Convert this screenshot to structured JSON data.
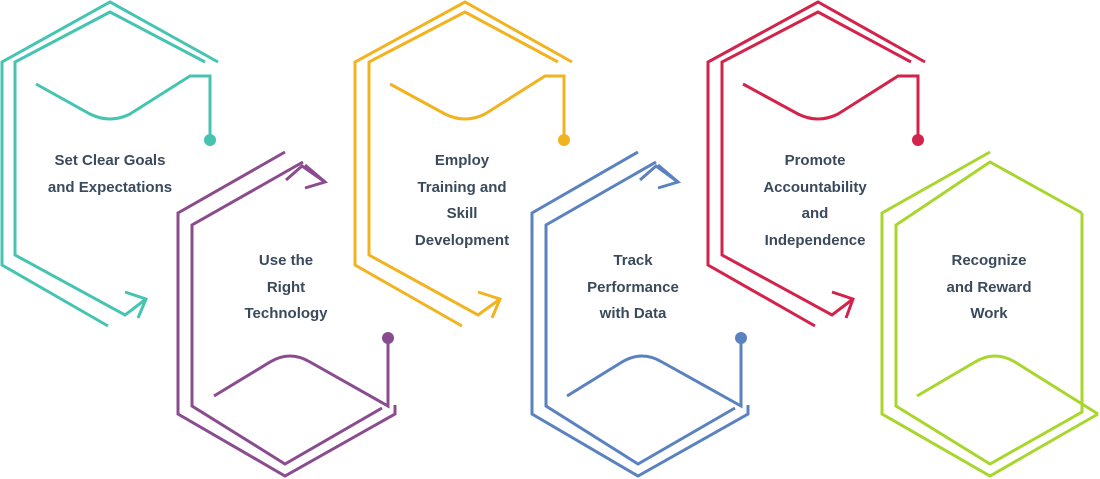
{
  "steps": [
    {
      "color": "#44c4b1",
      "lines": [
        "Set Clear Goals",
        "and Expectations"
      ]
    },
    {
      "color": "#8a4c8f",
      "lines": [
        "Use the",
        "Right",
        "Technology"
      ]
    },
    {
      "color": "#f2b320",
      "lines": [
        "Employ",
        "Training and",
        "Skill",
        "Development"
      ]
    },
    {
      "color": "#5b82c0",
      "lines": [
        "Track",
        "Performance",
        "with Data"
      ]
    },
    {
      "color": "#d3234a",
      "lines": [
        "Promote",
        "Accountability",
        "and",
        "Independence"
      ]
    },
    {
      "color": "#a8d62c",
      "lines": [
        "Recognize",
        "and Reward",
        "Work"
      ]
    }
  ]
}
